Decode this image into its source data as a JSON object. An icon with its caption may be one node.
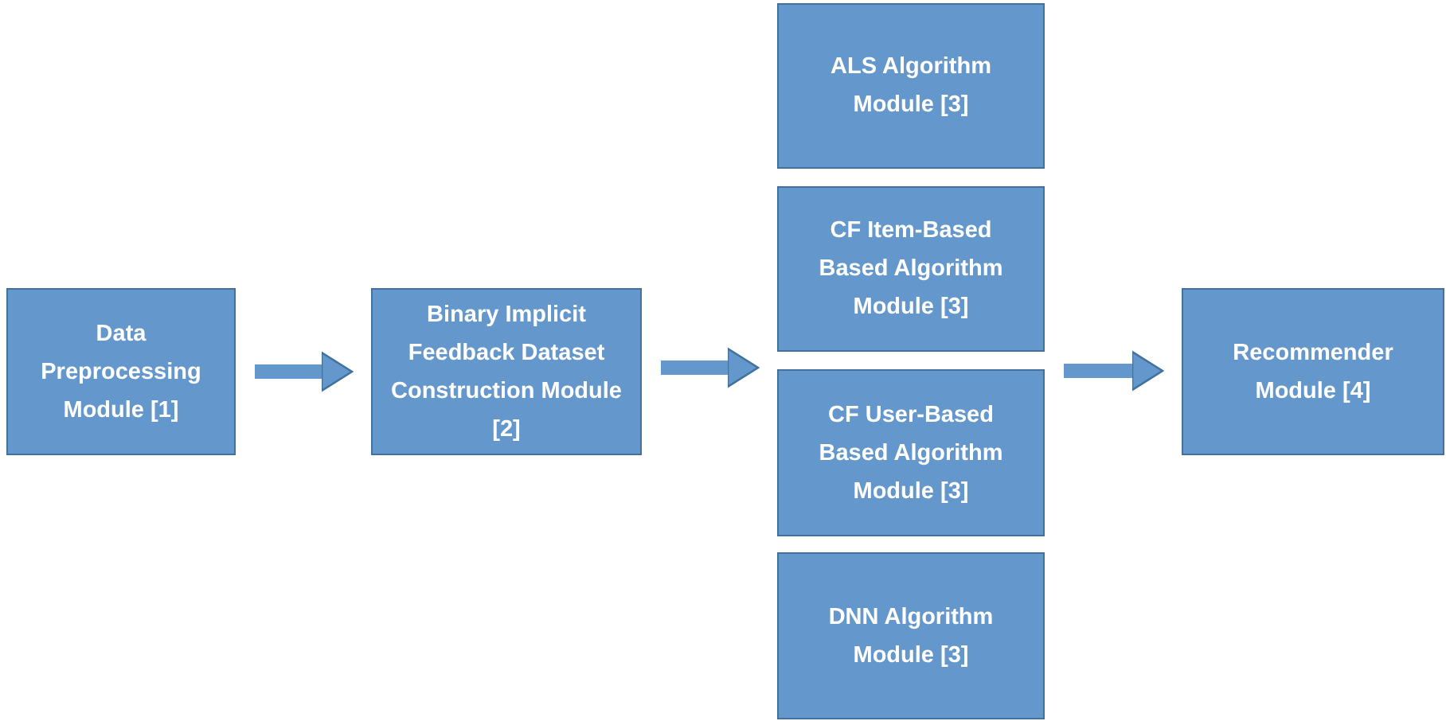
{
  "diagram": {
    "nodes": [
      {
        "text": [
          "Data Preprocessing Module [1]"
        ]
      },
      {
        "text": [
          "Binary Implicit Feedback Dataset Construction Module [2]"
        ]
      },
      {
        "text": [
          "ALS Algorithm Module [3]"
        ]
      },
      {
        "text": [
          "CF Item-Based Based Algorithm Module [3]"
        ]
      },
      {
        "text": [
          "CF User-Based Based Algorithm Module [3]"
        ]
      },
      {
        "text": [
          "DNN Algorithm Module [3]"
        ]
      },
      {
        "text": [
          "Recommender Module [4]"
        ]
      }
    ],
    "edges": [
      {
        "from": 0,
        "to": 1,
        "arrow": "to"
      },
      {
        "from": 1,
        "to": 3,
        "arrow": "to"
      },
      {
        "from": 4,
        "to": 6,
        "arrow": "to"
      }
    ]
  }
}
